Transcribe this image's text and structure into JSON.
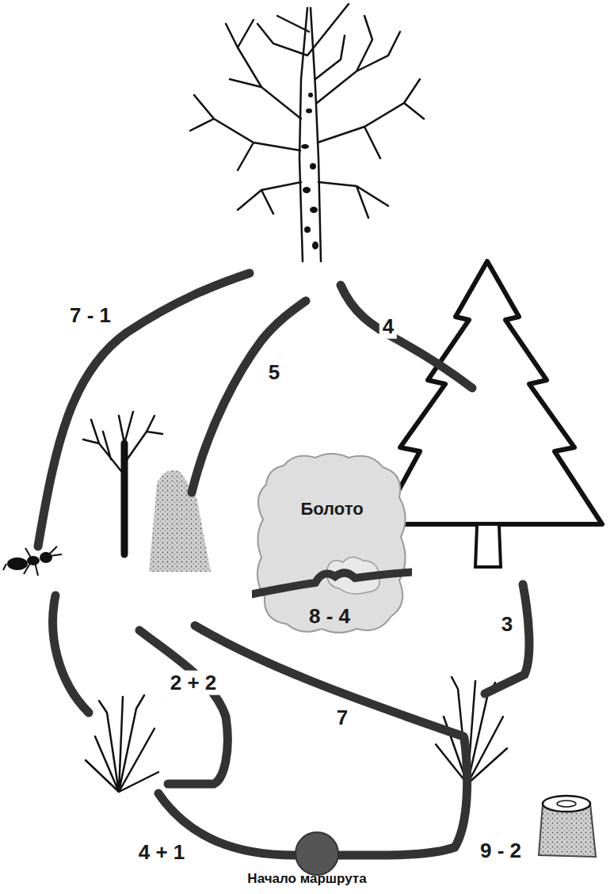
{
  "diagram": {
    "caption": "Начало маршрута",
    "nodes": [
      {
        "text": [
          "Болото"
        ]
      }
    ],
    "labels": [
      "7 - 1",
      "5",
      "4",
      "8 - 4",
      "3",
      "2 + 2",
      "7",
      "9 - 2",
      "4 + 1"
    ]
  }
}
